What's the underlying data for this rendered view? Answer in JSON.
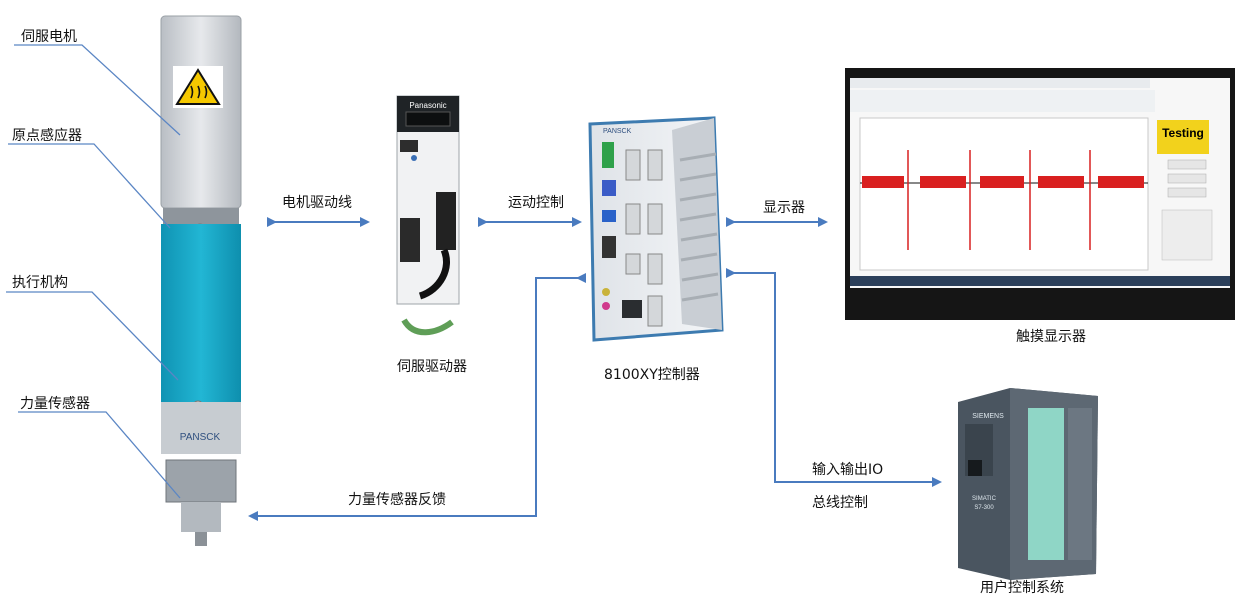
{
  "labels": {
    "servo_motor": "伺服电机",
    "home_sensor": "原点感应器",
    "actuator": "执行机构",
    "force_sensor": "力量传感器",
    "motor_cable": "电机驱动线",
    "motion_control": "运动控制",
    "display": "显示器",
    "servo_driver": "伺服驱动器",
    "controller": "8100XY控制器",
    "touch_display": "触摸显示器",
    "force_feedback": "力量传感器反馈",
    "io": "输入输出IO",
    "bus_control": "总线控制",
    "user_control": "用户控制系统"
  },
  "device_text": {
    "actuator_brand": "PANSCK",
    "driver_brand": "Panasonic",
    "controller_brand": "PANSCK",
    "screen_testing": "Testing",
    "plc_brand": "SIEMENS",
    "plc_model_line1": "SIMATIC",
    "plc_model_line2": "S7-300"
  },
  "colors": {
    "arrow": "#4a7bbf",
    "leader": "#5b86c4",
    "actuator_body": "#16a8c8",
    "testing_badge": "#f2d21c",
    "signal_trace": "#e02020",
    "plc_body": "#4a5560",
    "plc_module": "#8fd6c6"
  }
}
